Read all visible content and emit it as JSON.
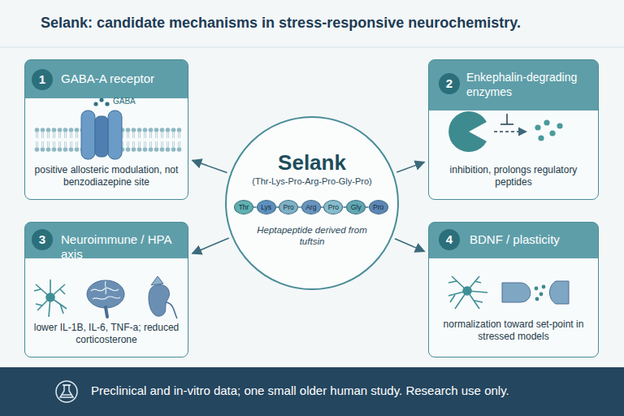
{
  "diagram": {
    "title": "Selank: candidate mechanisms in stress-responsive neurochemistry.",
    "caption": "Preclinical and in-vitro data; one small older human study. Research use only.",
    "nodes": [
      {
        "text": [
          "1",
          "GABA-A receptor",
          "GABA",
          "positive allosteric modulation, not benzodiazepine site"
        ]
      },
      {
        "text": [
          "2",
          "Enkephalin-degrading enzymes",
          "inhibition, prolongs regulatory peptides"
        ]
      },
      {
        "text": [
          "Selank",
          "(Thr-Lys-Pro-Arg-Pro-Gly-Pro)",
          "Heptapeptide derived from tuftsin"
        ]
      },
      {
        "text": [
          "Thr"
        ],
        "in": 2
      },
      {
        "text": [
          "Lys"
        ],
        "in": 2
      },
      {
        "text": [
          "Pro"
        ],
        "in": 2
      },
      {
        "text": [
          "Arg"
        ],
        "in": 2
      },
      {
        "text": [
          "Pro"
        ],
        "in": 2
      },
      {
        "text": [
          "Gly"
        ],
        "in": 2
      },
      {
        "text": [
          "Pro"
        ],
        "in": 2
      },
      {
        "text": [
          "3",
          "Neuroimmune / HPA axis",
          "lower IL-1B, IL-6, TNF-a; reduced corticosterone"
        ]
      },
      {
        "text": [
          "4",
          "BDNF / plasticity",
          "normalization toward set-point in stressed models"
        ]
      }
    ],
    "edges": [
      {
        "from": 2,
        "to": 0,
        "arrow": "to"
      },
      {
        "from": 2,
        "to": 1,
        "arrow": "to"
      },
      {
        "from": 2,
        "to": 10,
        "arrow": "to"
      },
      {
        "from": 2,
        "to": 11,
        "arrow": "to"
      },
      {
        "from": 3,
        "to": 4,
        "arrow": "none"
      },
      {
        "from": 4,
        "to": 5,
        "arrow": "none"
      },
      {
        "from": 5,
        "to": 6,
        "arrow": "none"
      },
      {
        "from": 6,
        "to": 7,
        "arrow": "none"
      },
      {
        "from": 7,
        "to": 8,
        "arrow": "none"
      },
      {
        "from": 8,
        "to": 9,
        "arrow": "none"
      }
    ]
  }
}
